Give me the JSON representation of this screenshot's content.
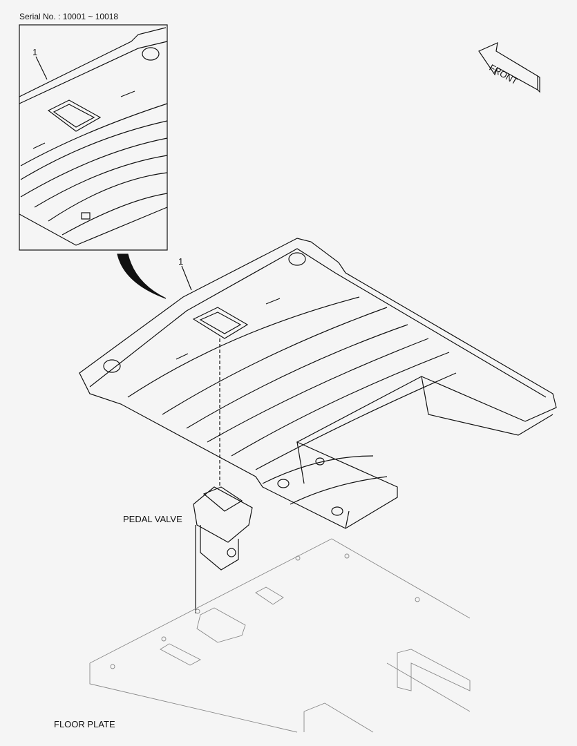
{
  "header": {
    "serial": "Serial No. : 10001 ~ 10018"
  },
  "callouts": {
    "inset_part": "1",
    "main_part": "1"
  },
  "labels": {
    "pedal_valve": "PEDAL VALVE",
    "floor_plate": "FLOOR PLATE",
    "front_arrow": "FRONT"
  },
  "colors": {
    "line": "#111111",
    "light_line": "#888888",
    "background": "#f5f5f5"
  }
}
